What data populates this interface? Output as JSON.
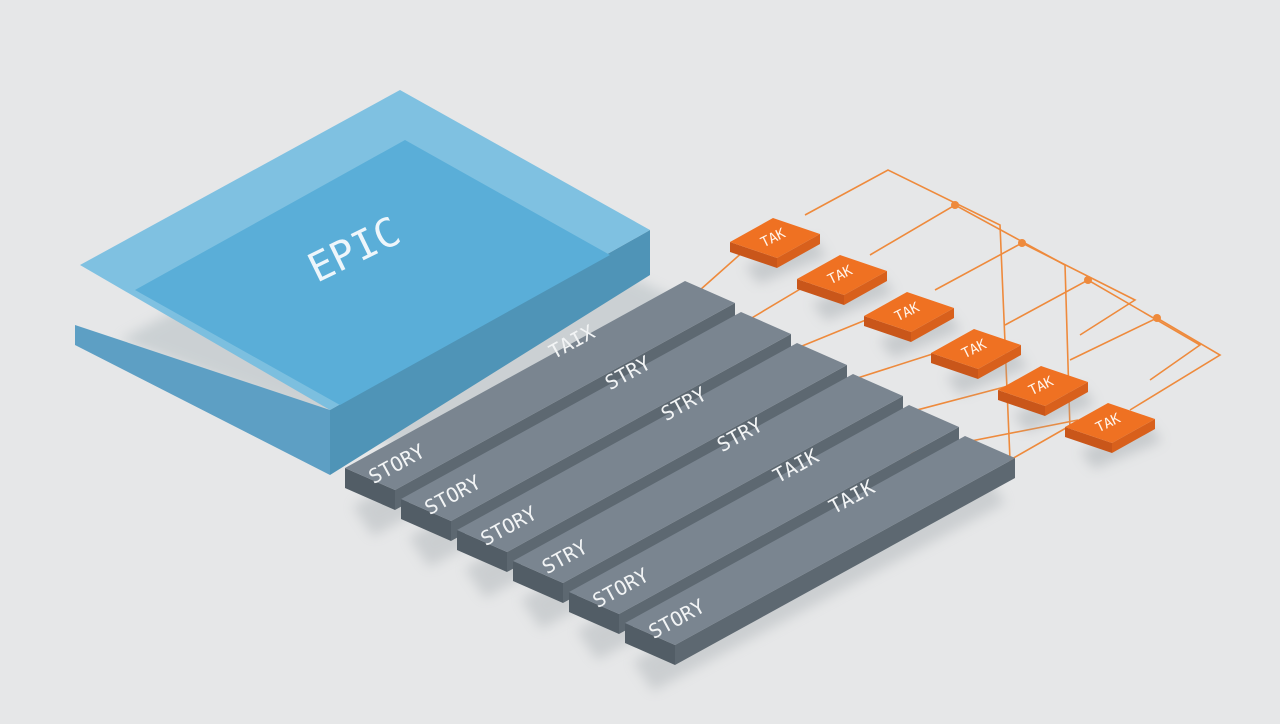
{
  "epic": {
    "label": "EPIC",
    "color": "#5aaed8"
  },
  "stories": [
    {
      "top_label": "TAIX",
      "bottom_label": "STORY"
    },
    {
      "top_label": "STRY",
      "bottom_label": "STORY"
    },
    {
      "top_label": "STRY",
      "bottom_label": "STORY"
    },
    {
      "top_label": "STRY",
      "bottom_label": "STRY"
    },
    {
      "top_label": "TAIK",
      "bottom_label": "STORY"
    },
    {
      "top_label": "TAIK",
      "bottom_label": "STORY"
    }
  ],
  "tasks": [
    {
      "label": "TAK"
    },
    {
      "label": "TAK"
    },
    {
      "label": "TAK"
    },
    {
      "label": "TAK"
    },
    {
      "label": "TAK"
    },
    {
      "label": "TAK"
    }
  ],
  "colors": {
    "background": "#e6e7e8",
    "story_bar": "#7a8590",
    "task_tile": "#ef7122",
    "connector": "#ee8a3c"
  }
}
